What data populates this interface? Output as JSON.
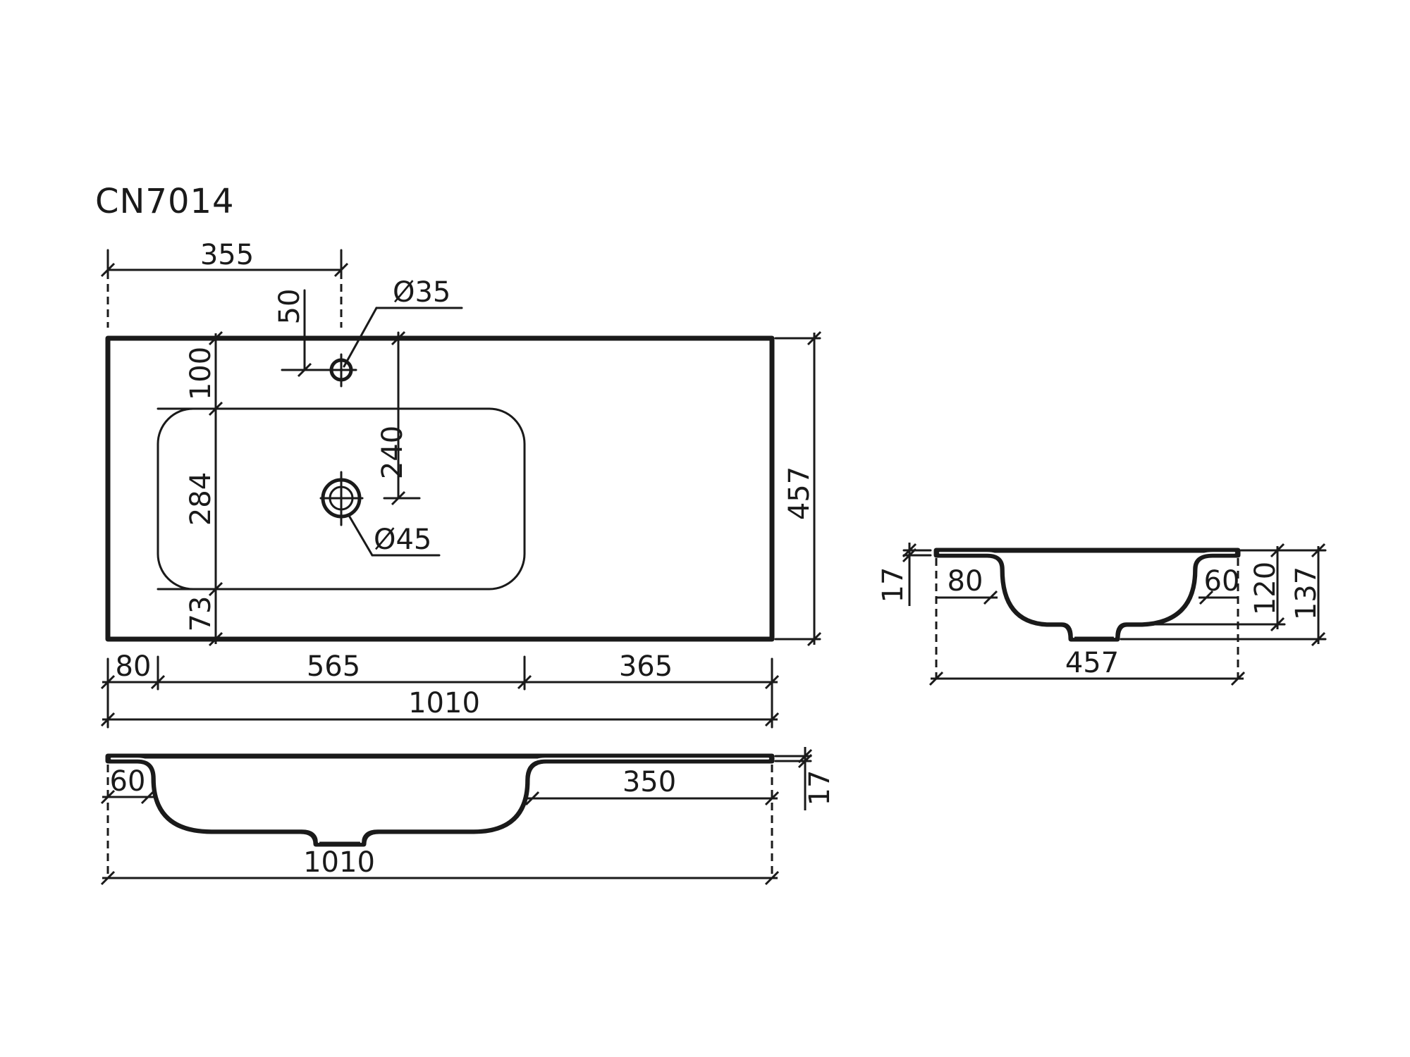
{
  "model": "CN7014",
  "plan_view": {
    "dim_tap_offset": "355",
    "dim_tap_to_edge": "50",
    "dim_tap_hole": "Ø35",
    "dim_back_margin": "100",
    "dim_bowl_depth": "284",
    "dim_front_margin": "73",
    "dim_tap_to_drain": "240",
    "dim_drain_hole": "Ø45",
    "dim_total_depth": "457",
    "dim_left_margin": "80",
    "dim_bowl_width": "565",
    "dim_right_shelf": "365",
    "dim_total_width": "1010"
  },
  "front_section": {
    "dim_edge": "60",
    "dim_shelf": "350",
    "dim_thickness": "17",
    "dim_total_width": "1010"
  },
  "side_section": {
    "dim_thickness": "17",
    "dim_back": "80",
    "dim_front": "60",
    "dim_bowl_height": "120",
    "dim_total_height": "137",
    "dim_total_depth": "457"
  },
  "colors": {
    "line": "#1a1a1a",
    "background": "#ffffff"
  }
}
